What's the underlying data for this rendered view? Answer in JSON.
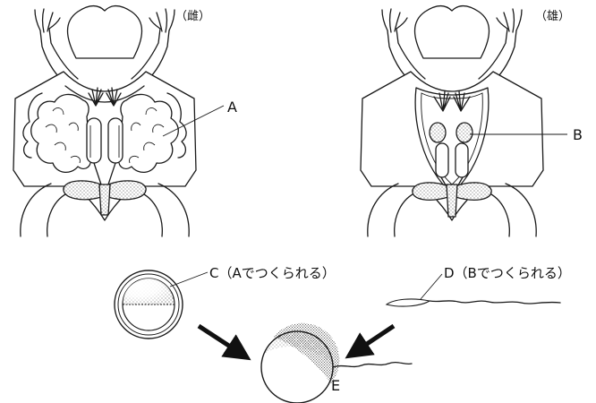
{
  "labels": {
    "female": "（雌）",
    "male": "（雄）",
    "a": "A",
    "b": "B",
    "c": "C（Aでつくられる）",
    "d": "D（Bでつくられる）",
    "e": "E"
  }
}
